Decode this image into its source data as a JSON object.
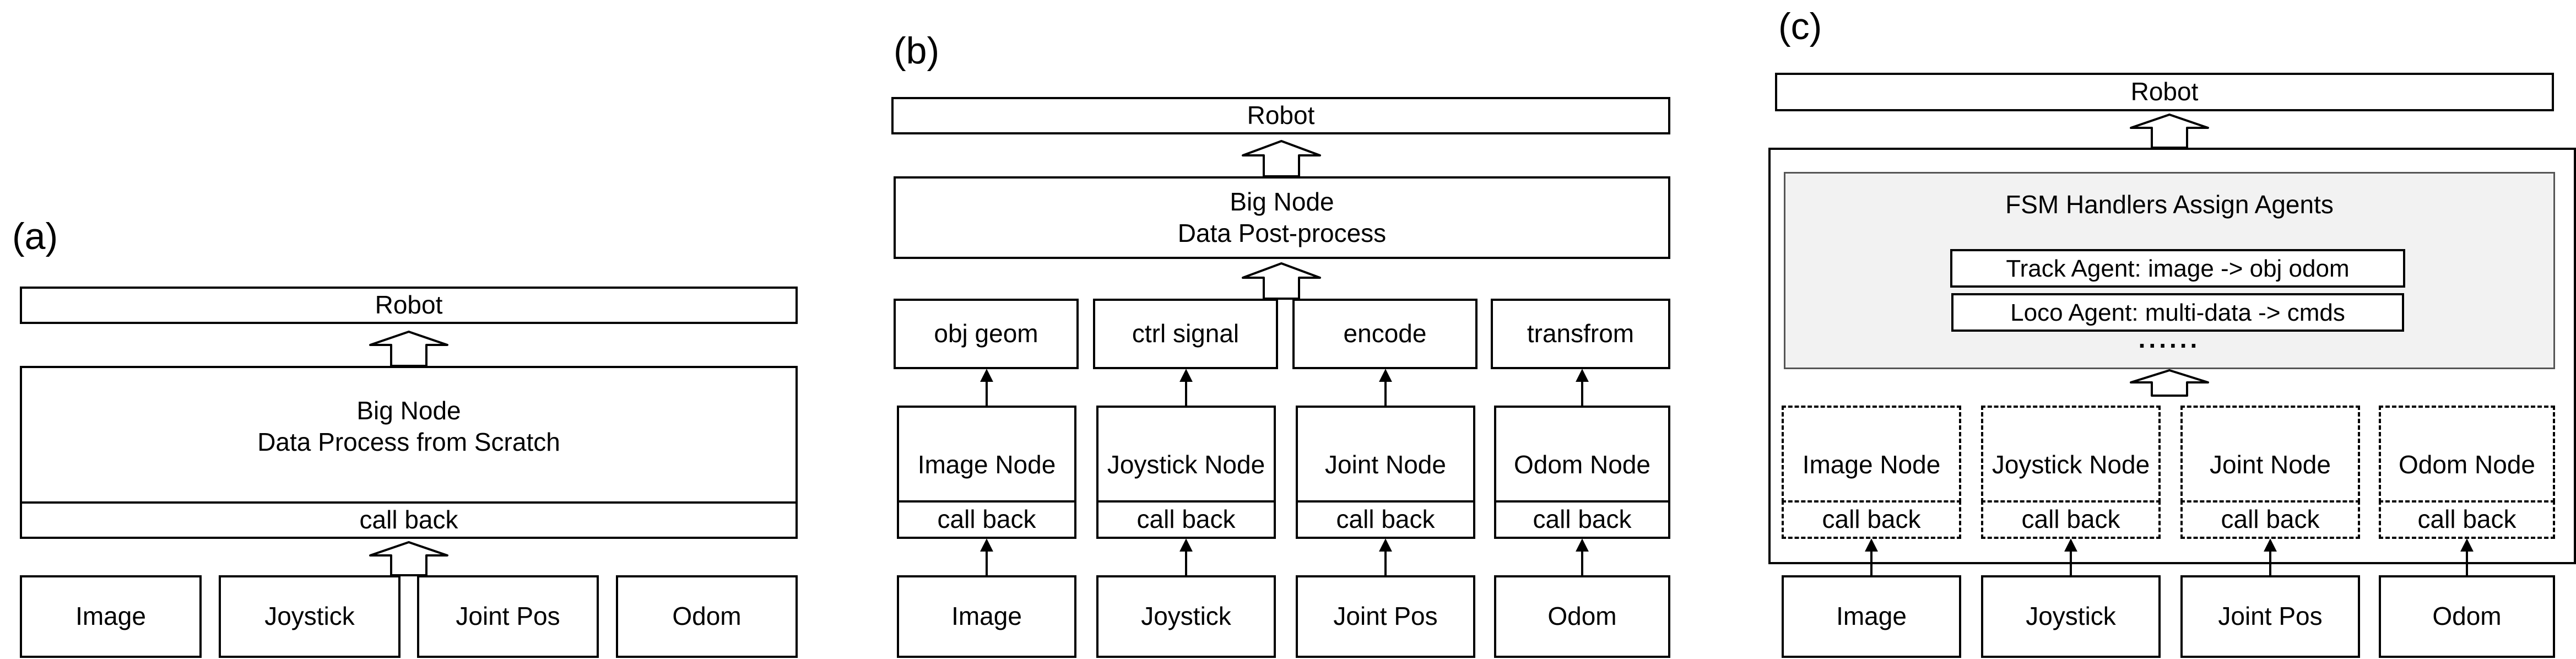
{
  "panels": {
    "a": {
      "label": "(a)",
      "robot": "Robot",
      "big_node_title": "Big Node",
      "big_node_subtitle": "Data Process from Scratch",
      "callback": "call back",
      "inputs": [
        "Image",
        "Joystick",
        "Joint Pos",
        "Odom"
      ]
    },
    "b": {
      "label": "(b)",
      "robot": "Robot",
      "big_node_title": "Big Node",
      "big_node_subtitle": "Data Post-process",
      "outputs": [
        "obj geom",
        "ctrl signal",
        "encode",
        "transfrom"
      ],
      "nodes": [
        "Image Node",
        "Joystick Node",
        "Joint Node",
        "Odom Node"
      ],
      "callback": "call back",
      "inputs": [
        "Image",
        "Joystick",
        "Joint Pos",
        "Odom"
      ]
    },
    "c": {
      "label": "(c)",
      "robot": "Robot",
      "fsm_title": "FSM Handlers Assign Agents",
      "agents": [
        "Track Agent: image -> obj odom",
        "Loco Agent: multi-data -> cmds"
      ],
      "ellipsis": "......",
      "nodes": [
        "Image Node",
        "Joystick Node",
        "Joint Node",
        "Odom Node"
      ],
      "callback": "call back",
      "inputs": [
        "Image",
        "Joystick",
        "Joint Pos",
        "Odom"
      ]
    }
  }
}
